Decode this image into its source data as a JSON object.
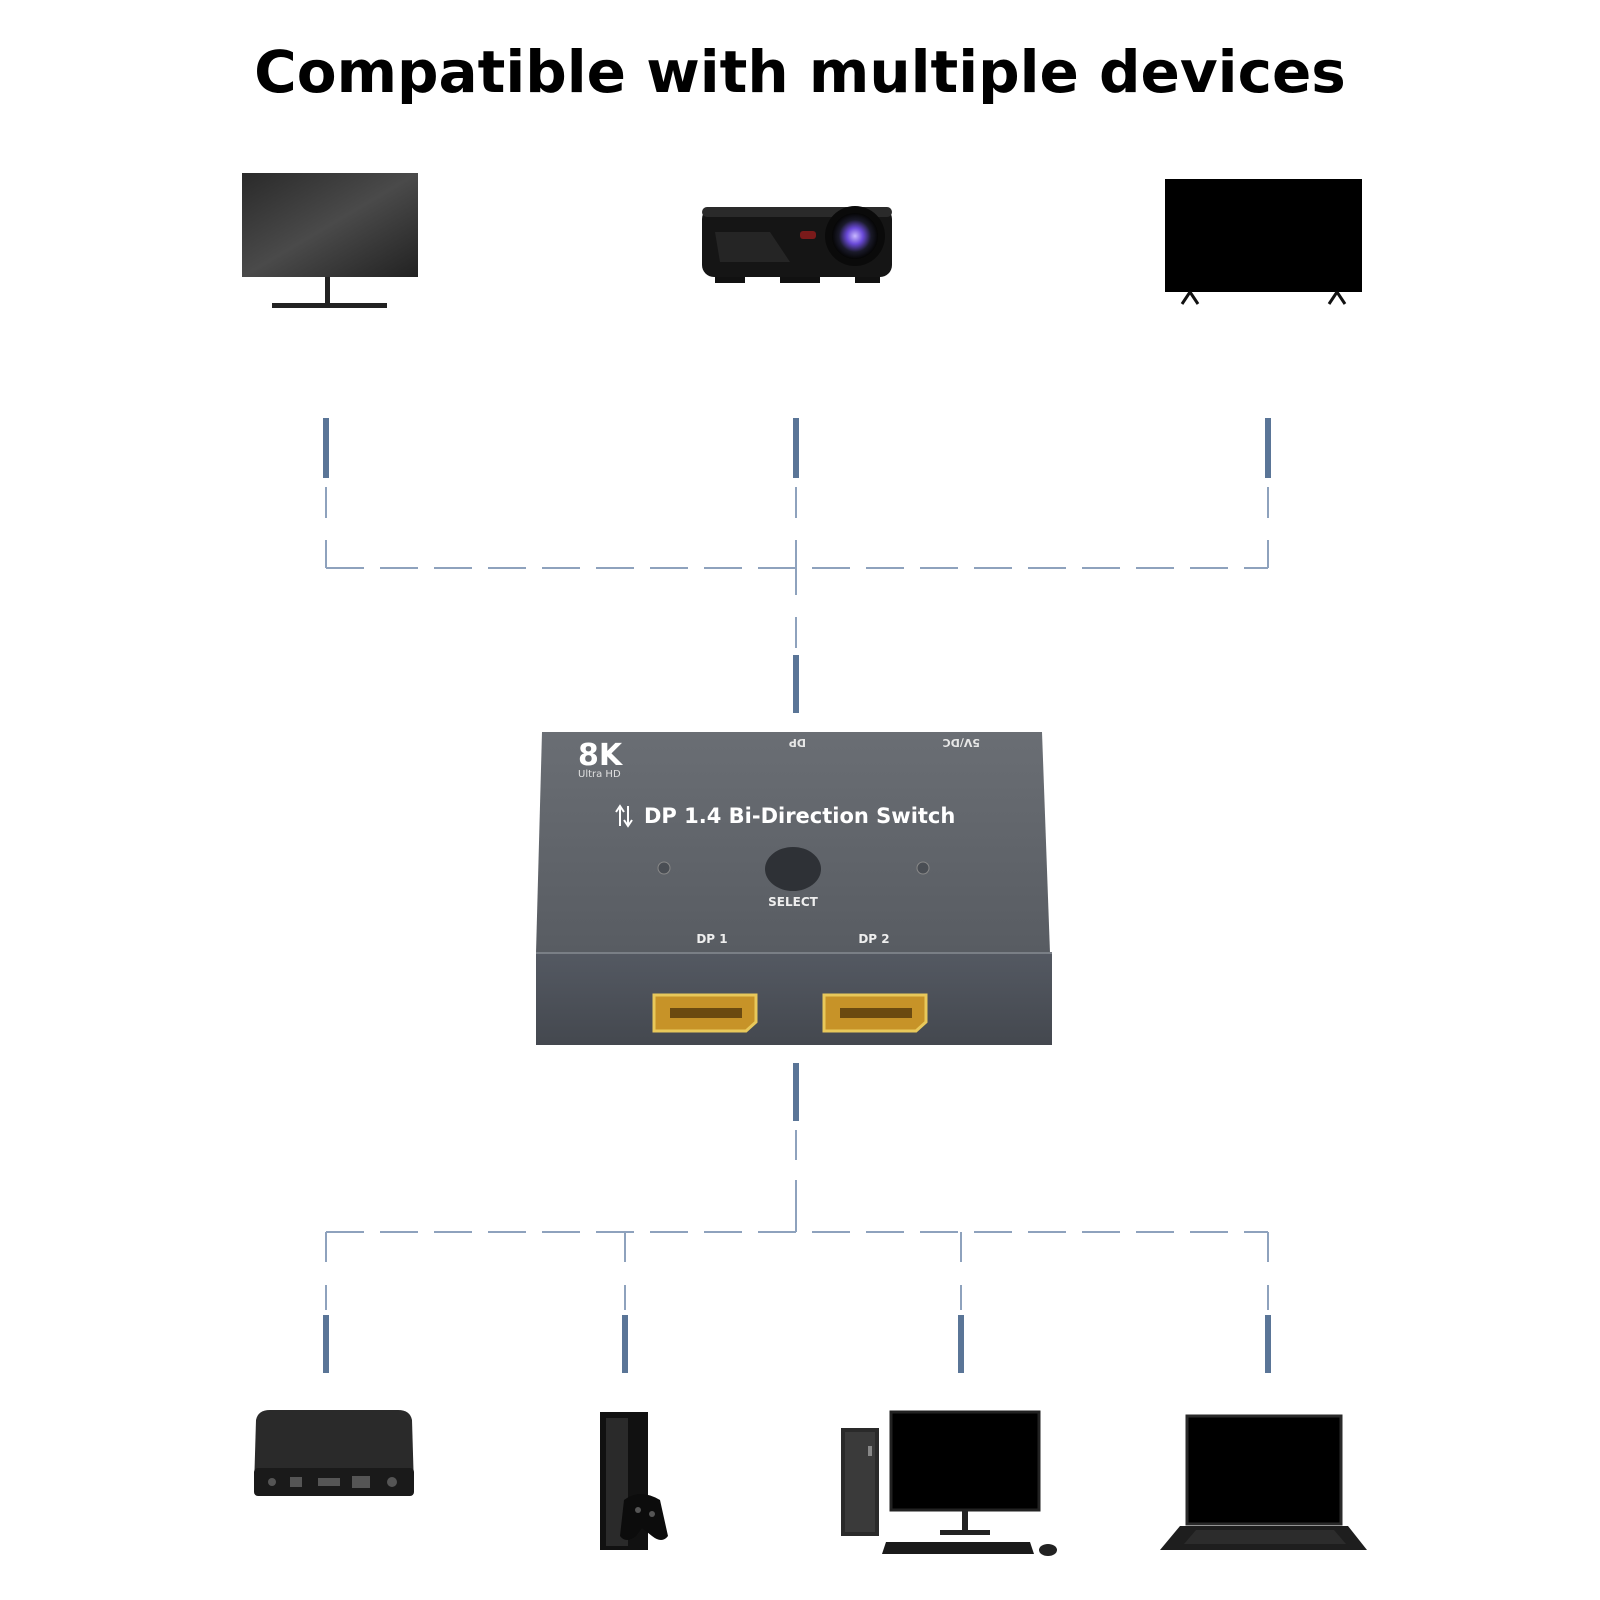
{
  "title": "Compatible with multiple devices",
  "switch": {
    "badge": "8K",
    "badge_sub": "Ultra HD",
    "top_port_dp": "DP",
    "top_port_power": "5V/DC",
    "product_name": "DP 1.4 Bi-Direction Switch",
    "select_label": "SELECT",
    "port1_label": "DP 1",
    "port2_label": "DP 2"
  },
  "colors": {
    "connector": "#5a7597",
    "dashed_line": "#8ea2bd",
    "switch_body": "#5e6268",
    "port_gold": "#d4a43a"
  },
  "top_devices": [
    {
      "name": "monitor",
      "icon": "monitor-icon"
    },
    {
      "name": "projector",
      "icon": "projector-icon"
    },
    {
      "name": "tv",
      "icon": "tv-icon"
    }
  ],
  "bottom_devices": [
    {
      "name": "tv box",
      "icon": "tv-box-icon"
    },
    {
      "name": "game console",
      "icon": "game-console-icon"
    },
    {
      "name": "desktop computer",
      "icon": "desktop-computer-icon"
    },
    {
      "name": "laptop",
      "icon": "laptop-icon"
    }
  ]
}
